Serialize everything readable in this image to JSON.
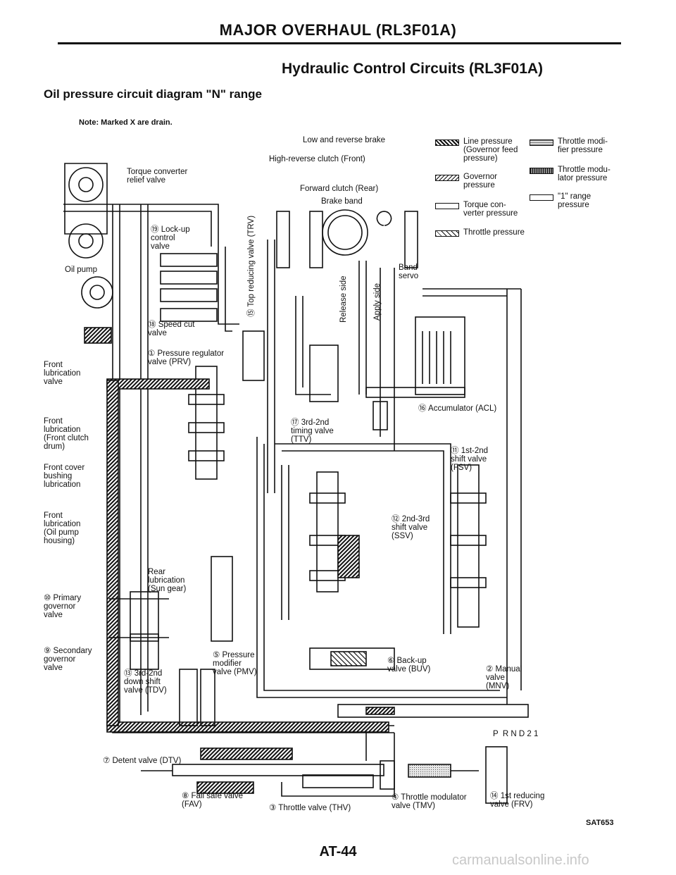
{
  "header": {
    "title": "MAJOR OVERHAUL (RL3F01A)",
    "section_title": "Hydraulic Control Circuits (RL3F01A)",
    "subtitle": "Oil pressure circuit diagram \"N\" range",
    "note": "Note:  Marked X are drain."
  },
  "legend": [
    {
      "label": "Line pressure\n(Governor feed\npressure)",
      "pattern": "line"
    },
    {
      "label": "Governor\npressure",
      "pattern": "gov"
    },
    {
      "label": "Torque con-\nverter pressure",
      "pattern": "tc"
    },
    {
      "label": "Throttle pressure",
      "pattern": "thr"
    },
    {
      "label": "Throttle modi-\nfier pressure",
      "pattern": "tmod"
    },
    {
      "label": "Throttle modu-\nlator pressure",
      "pattern": "tmodu"
    },
    {
      "label": "\"1\" range\npressure",
      "pattern": "r1"
    }
  ],
  "labels": {
    "low_reverse_brake": "Low and reverse brake",
    "high_reverse_clutch": "High-reverse clutch (Front)",
    "forward_clutch": "Forward clutch (Rear)",
    "brake_band": "Brake band",
    "band_servo": "Band\nservo",
    "torque_converter": "Torque converter\nrelief valve",
    "lockup_control": "⑲ Lock-up\ncontrol\nvalve",
    "oil_pump": "Oil pump",
    "speed_cut": "⑱ Speed cut\nvalve",
    "pressure_regulator": "① Pressure regulator\nvalve (PRV)",
    "top_reducing": "⑮ Top reducing\nvalve (TRV)",
    "release_side": "Release side",
    "apply_side": "Apply side",
    "front_lub_valve": "Front\nlubrication\nvalve",
    "front_lub_clutch": "Front\nlubrication\n(Front clutch\ndrum)",
    "front_cover": "Front cover\nbushing\nlubrication",
    "front_lub_pump": "Front\nlubrication\n(Oil pump\nhousing)",
    "accumulator": "⑯ Accumulator (ACL)",
    "timing_valve": "⑰ 3rd-2nd\ntiming valve\n(TTV)",
    "shift_12": "⑪ 1st-2nd\nshift valve\n(FSV)",
    "shift_23": "⑫ 2nd-3rd\nshift valve\n(SSV)",
    "rear_lub": "Rear\nlubrication\n(Sun gear)",
    "primary_gov": "⑩ Primary\ngovernor\nvalve",
    "secondary_gov": "⑨ Secondary\ngovernor\nvalve",
    "downshift": "⑬ 3rd-2nd\ndown shift\nvalve (TDV)",
    "pressure_modifier": "⑤ Pressure\nmodifier\nvalve (PMV)",
    "backup": "⑥ Back-up\nvalve (BUV)",
    "manual": "② Manual\nvalve\n(MNV)",
    "prnd": "P  R N D 2 1",
    "detent": "⑦ Detent valve (DTV)",
    "fail_safe": "⑧ Fail safe valve\n(FAV)",
    "throttle_valve": "③ Throttle valve (THV)",
    "throttle_modulator": "④ Throttle modulator\nvalve (TMV)",
    "first_reducing": "⑭ 1st reducing\nvalve (FRV)"
  },
  "footer": {
    "page_number": "AT-44",
    "figure_code": "SAT653",
    "watermark": "carmanualsonline.info"
  }
}
